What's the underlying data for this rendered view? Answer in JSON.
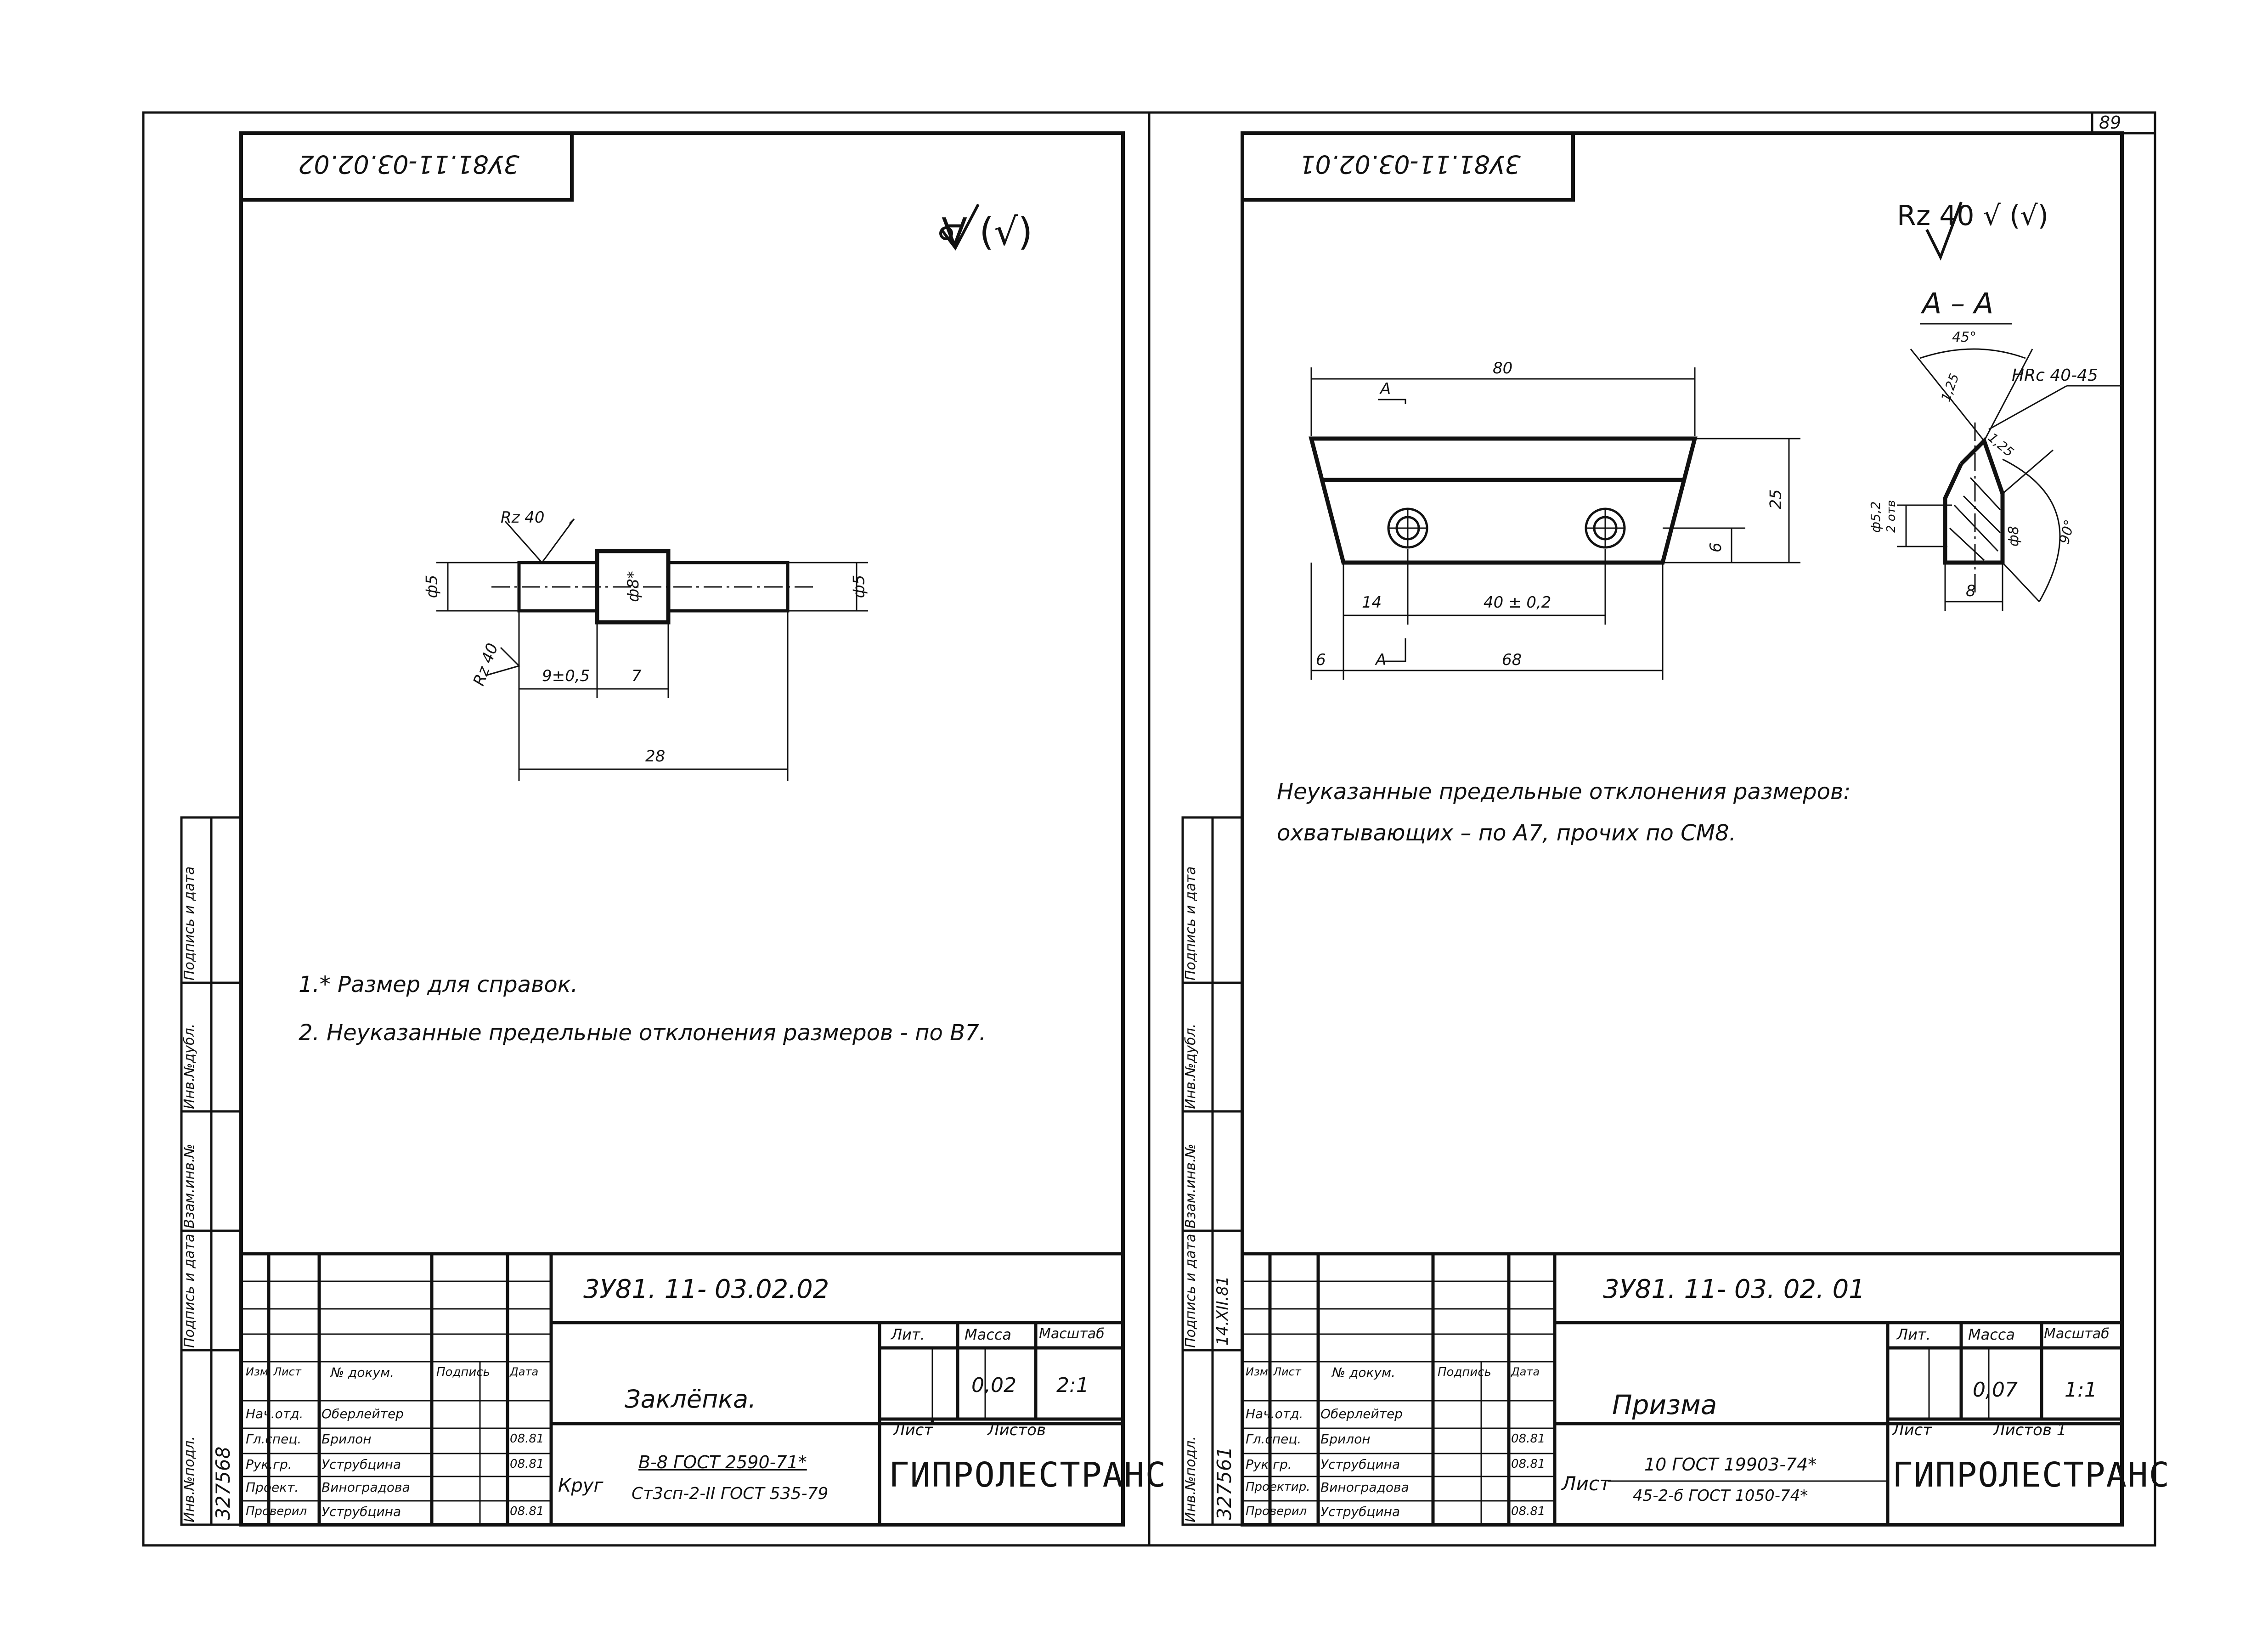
{
  "page_number": "89",
  "left_sheet": {
    "doc_code": "3У81.11-03.02.02",
    "doc_code_mirrored": "3У81.11-03.02.02",
    "roughness_symbol": "∀ (√)",
    "dims": {
      "rz_top": "Rz 40",
      "rz_bottom": "Rz 40",
      "d_left": "ф5",
      "d_right": "ф5",
      "d_center": "ф8*",
      "len_left": "9±0,5",
      "len_mid": "7",
      "len_total": "28"
    },
    "notes": [
      "1.* Размер для справок.",
      "2. Неуказанные предельные отклонения размеров - по В7."
    ],
    "title_block": {
      "code": "3У81. 11- 03.02.02",
      "name": "Заклёпка.",
      "hdr_lit": "Лит.",
      "hdr_mass": "Масса",
      "hdr_scale": "Масштаб",
      "mass": "0,02",
      "scale": "2:1",
      "sheet": "Лист",
      "sheets": "Листов",
      "material_label": "Круг",
      "material_top": "В-8 ГОСТ 2590-71*",
      "material_bottom": "Ст3сп-2-II ГОСТ 535-79",
      "company": "ГИПРОЛЕСТРАНС",
      "col_headers": [
        "Изм.",
        "Лист",
        "№ докум.",
        "Подпись",
        "Дата"
      ],
      "roles": [
        {
          "role": "Нач.отд.",
          "name": "Оберлейтер"
        },
        {
          "role": "Гл.спец.",
          "name": "Брилон"
        },
        {
          "role": "Рук.гр.",
          "name": "Уструбцина"
        },
        {
          "role": "Проект.",
          "name": "Виноградова"
        },
        {
          "role": "Проверил",
          "name": "Уструбцина"
        }
      ],
      "dates": [
        "08.81",
        "08.81",
        "08.81"
      ]
    },
    "side_stamp": {
      "labels": [
        "Инв.№подл.",
        "Подпись и дата",
        "Взам.инв.№",
        "Инв.№дубл.",
        "Подпись и дата"
      ],
      "inv_number": "327568"
    }
  },
  "right_sheet": {
    "doc_code": "3У81.11-03.02.01",
    "roughness_symbol": "Rz 40 √ (√)",
    "section_label": "А – А",
    "dims": {
      "length_top": "80",
      "section_mark": "А",
      "height": "25",
      "hole_height": "6",
      "left_offset": "14",
      "hole_spacing": "40 ± 0,2",
      "edge": "6",
      "bottom_len": "68",
      "angle_top": "45°",
      "chamfer1": "1,25",
      "chamfer2": "1,25",
      "hardness": "HRc 40-45",
      "hole_d_small": "ф5,2",
      "hole_note": "2 отв",
      "hole_d_big": "ф8",
      "angle_90": "90°",
      "width_8": "8"
    },
    "notes": [
      "Неуказанные предельные отклонения размеров:",
      "охватывающих – по А7, прочих по СМ8."
    ],
    "title_block": {
      "code": "3У81. 11- 03. 02. 01",
      "name": "Призма",
      "hdr_lit": "Лит.",
      "hdr_mass": "Масса",
      "hdr_scale": "Масштаб",
      "mass": "0,07",
      "scale": "1:1",
      "sheet": "Лист",
      "sheets": "Листов 1",
      "material_label": "Лист",
      "material_top": "10 ГОСТ 19903-74*",
      "material_bottom": "45-2-б ГОСТ 1050-74*",
      "company": "ГИПРОЛЕСТРАНС",
      "col_headers": [
        "Изм.",
        "Лист",
        "№ докум.",
        "Подпись",
        "Дата"
      ],
      "roles": [
        {
          "role": "Нач.отд.",
          "name": "Оберлейтер"
        },
        {
          "role": "Гл.спец.",
          "name": "Брилон"
        },
        {
          "role": "Рук.гр.",
          "name": "Уструбцина"
        },
        {
          "role": "Проектир.",
          "name": "Виноградова"
        },
        {
          "role": "Проверил",
          "name": "Уструбцина"
        }
      ],
      "dates": [
        "08.81",
        "08.81",
        "08.81"
      ]
    },
    "side_stamp": {
      "labels": [
        "Инв.№подл.",
        "Подпись и дата",
        "Взам.инв.№",
        "Инв.№дубл.",
        "Подпись и дата"
      ],
      "inv_number": "327561",
      "date_written": "14.XII.81"
    }
  }
}
